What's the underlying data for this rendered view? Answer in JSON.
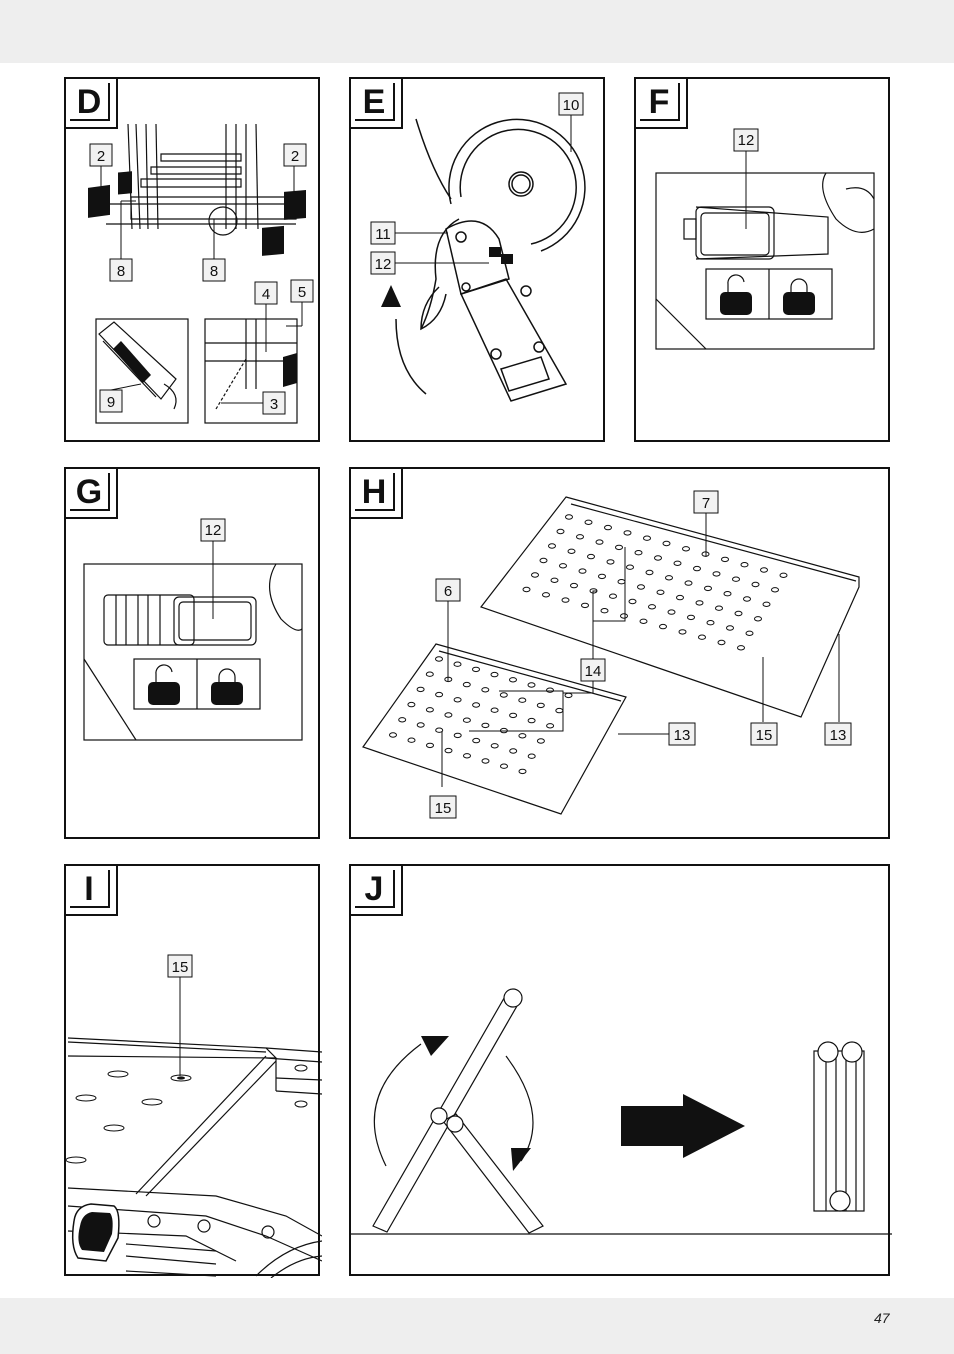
{
  "page": {
    "number": "47"
  },
  "panels": {
    "D": {
      "label": "D",
      "callouts": [
        "2",
        "2",
        "8",
        "8",
        "4",
        "5",
        "9",
        "3"
      ]
    },
    "E": {
      "label": "E",
      "callouts": [
        "10",
        "11",
        "12"
      ]
    },
    "F": {
      "label": "F",
      "callouts": [
        "12"
      ]
    },
    "G": {
      "label": "G",
      "callouts": [
        "12"
      ]
    },
    "H": {
      "label": "H",
      "callouts": [
        "7",
        "6",
        "14",
        "13",
        "15",
        "13",
        "15"
      ]
    },
    "I": {
      "label": "I",
      "callouts": [
        "15"
      ]
    },
    "J": {
      "label": "J"
    }
  },
  "colors": {
    "line": "#111111",
    "band": "#eeeeee",
    "callout_fill": "#f2f2f2"
  }
}
